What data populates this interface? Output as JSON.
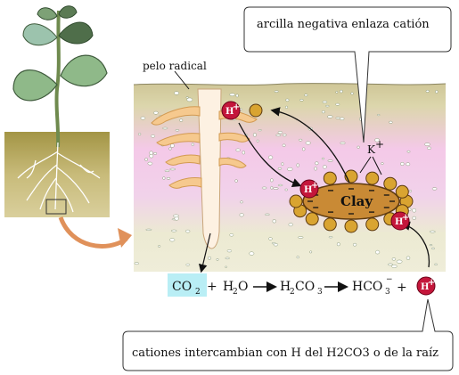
{
  "callout_top": "arcilla negativa enlaza catión",
  "callout_bottom": "cationes intercambian con H del H2CO3 o de la raíz",
  "root_hair_label": "pelo radical",
  "clay_label": "Clay",
  "potassium_ion": "K",
  "potassium_charge": "+",
  "hydrogen_ion": "H",
  "hydrogen_charge": "+",
  "equation": {
    "co2": "CO",
    "co2_sub": "2",
    "plus": "+",
    "h2o_h": "H",
    "h2o_sub": "2",
    "h2o_o": "O",
    "h2co3_h": "H",
    "h2co3_sub1": "2",
    "h2co3_co": "CO",
    "h2co3_sub2": "3",
    "hco3": "HCO",
    "hco3_sub": "3",
    "hco3_charge": "−",
    "plus2": "+"
  },
  "colors": {
    "soil_top": "#d9d2a6",
    "soil_pink": "#f2c6e6",
    "soil_bottom": "#ecebd2",
    "root_hair": "#f6c98e",
    "clay": "#c98a35",
    "bead": "#d9a431",
    "ion_red": "#c4163b",
    "highlight": "#b9eef5",
    "leaf": "#8fb989",
    "leaf_dark": "#3f5b3c",
    "soil_plant": "#a89a4d"
  }
}
